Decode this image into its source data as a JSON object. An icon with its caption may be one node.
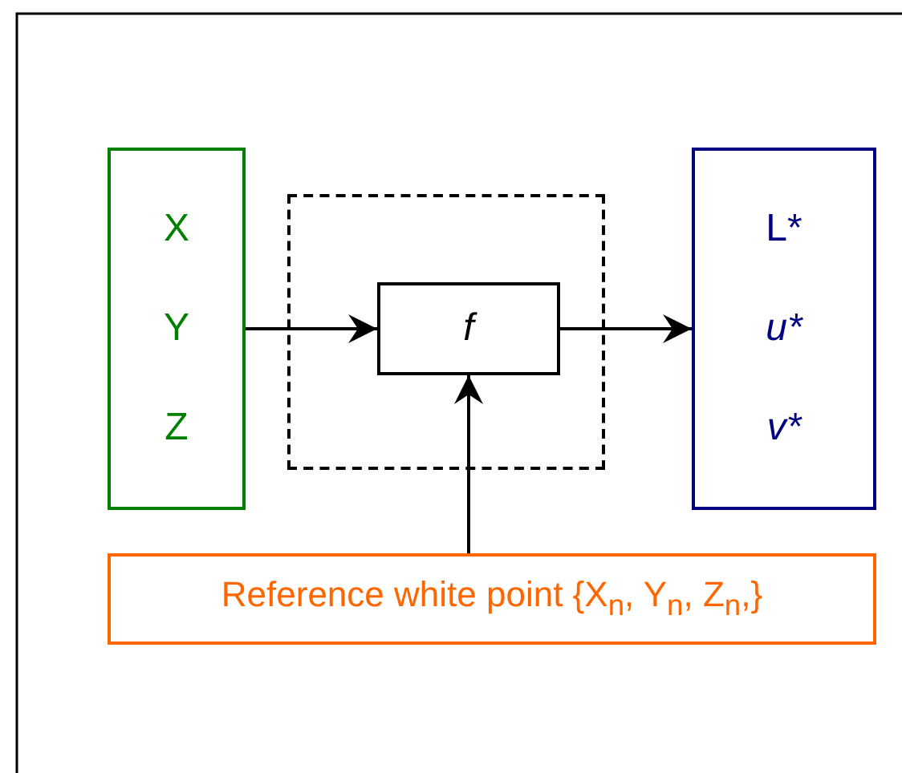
{
  "diagram": {
    "nodes": [
      {
        "text": [
          "X",
          "Y",
          "Z"
        ]
      },
      {
        "text": [],
        "shape": "box"
      },
      {
        "text": [
          "f"
        ],
        "in": 1
      },
      {
        "text": [
          "L*",
          "u*",
          "v*"
        ]
      },
      {
        "text": [
          "Reference white point {X$_{n}$, Y$_{n}$, Z$_{n}$,}"
        ]
      }
    ],
    "edges": [
      {
        "from": 0,
        "to": 2,
        "arrow": "to"
      },
      {
        "from": 2,
        "to": 3,
        "arrow": "to"
      },
      {
        "from": 4,
        "to": 2,
        "arrow": "to"
      }
    ]
  }
}
